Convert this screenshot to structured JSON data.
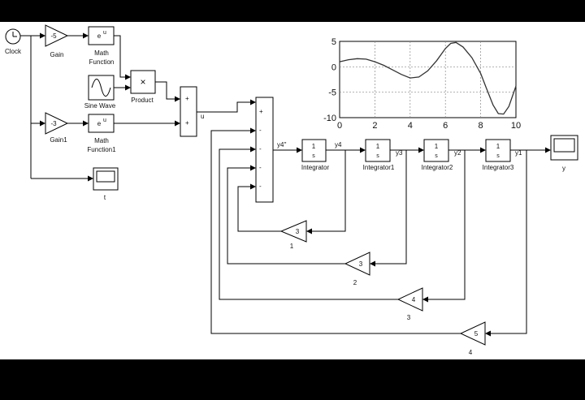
{
  "blocks": {
    "clock": {
      "label": "Clock"
    },
    "gain": {
      "value": "-5",
      "label": "Gain"
    },
    "gain1": {
      "value": "-3",
      "label": "Gain1"
    },
    "math_function": {
      "symbol": "e",
      "exp": "u",
      "label_line1": "Math",
      "label_line2": "Function"
    },
    "math_function1": {
      "symbol": "e",
      "exp": "u",
      "label_line1": "Math",
      "label_line2": "Function1"
    },
    "sine_wave": {
      "label": "Sine Wave"
    },
    "product": {
      "symbol": "×",
      "label": "Product"
    },
    "sum1": {
      "port1": "+",
      "port2": "+",
      "out_label": "u"
    },
    "sum2": {
      "ports": [
        "+",
        "-",
        "-",
        "-",
        "-"
      ],
      "out_label": "y4''"
    },
    "scope_t": {
      "label": "t"
    },
    "scope_y": {
      "label": "y"
    },
    "integrators": [
      {
        "num": "1",
        "den": "s",
        "label": "Integrator",
        "out_label": "y4"
      },
      {
        "num": "1",
        "den": "s",
        "label": "Integrator1",
        "out_label": "y3"
      },
      {
        "num": "1",
        "den": "s",
        "label": "Integrator2",
        "out_label": "y2"
      },
      {
        "num": "1",
        "den": "s",
        "label": "Integrator3",
        "out_label": "y1"
      }
    ],
    "feedback_gains": [
      {
        "value": "3",
        "label": "1"
      },
      {
        "value": "3",
        "label": "2"
      },
      {
        "value": "4",
        "label": "3"
      },
      {
        "value": "5",
        "label": "4"
      }
    ]
  },
  "plot": {
    "x_ticks": [
      "0",
      "2",
      "4",
      "6",
      "8",
      "10"
    ],
    "y_ticks": [
      "5",
      "0",
      "-5",
      "-10"
    ],
    "xlim": [
      0,
      10
    ],
    "ylim": [
      -10,
      5
    ],
    "grid": true,
    "curve": [
      [
        0,
        1.0
      ],
      [
        0.5,
        1.4
      ],
      [
        1,
        1.6
      ],
      [
        1.5,
        1.5
      ],
      [
        2,
        1.0
      ],
      [
        2.5,
        0.3
      ],
      [
        3,
        -0.6
      ],
      [
        3.5,
        -1.5
      ],
      [
        4,
        -2.2
      ],
      [
        4.5,
        -2.0
      ],
      [
        5,
        -0.8
      ],
      [
        5.5,
        1.2
      ],
      [
        6,
        3.6
      ],
      [
        6.3,
        4.6
      ],
      [
        6.6,
        4.8
      ],
      [
        7,
        3.9
      ],
      [
        7.5,
        1.8
      ],
      [
        8,
        -1.3
      ],
      [
        8.3,
        -4.0
      ],
      [
        8.7,
        -7.5
      ],
      [
        9.0,
        -9.2
      ],
      [
        9.3,
        -9.3
      ],
      [
        9.6,
        -7.8
      ],
      [
        10,
        -3.8
      ]
    ]
  }
}
